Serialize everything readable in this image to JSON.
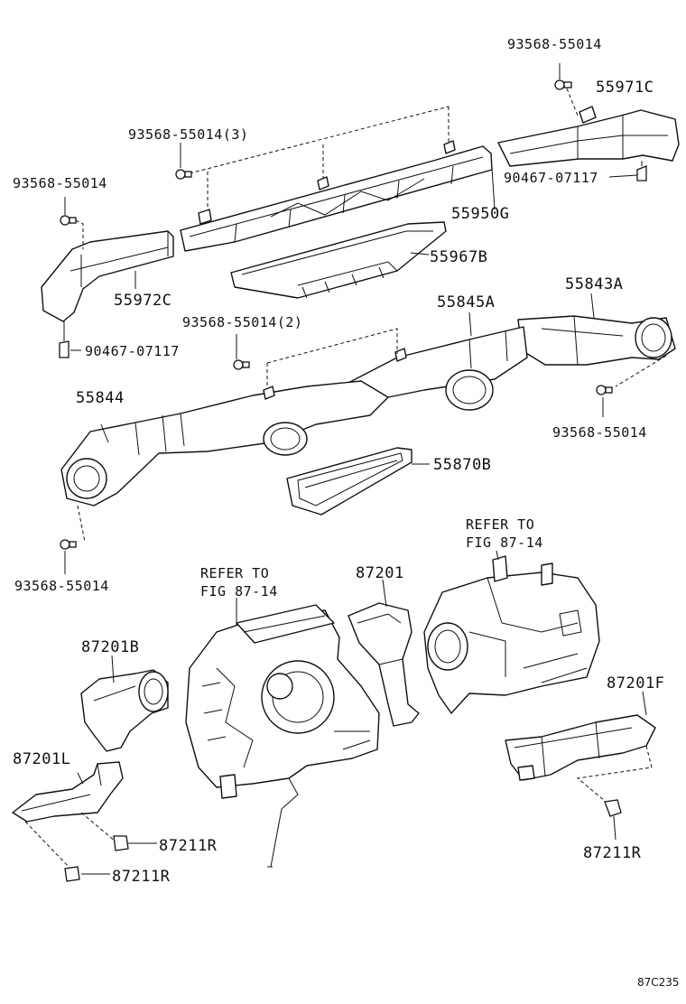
{
  "diagram": {
    "code": "87C235",
    "labels": {
      "bolt_top_right": "93568-55014",
      "duct_55971c": "55971C",
      "bolt_row_3": "93568-55014(3)",
      "clip_90467_top": "90467-07117",
      "bolt_left_top": "93568-55014",
      "duct_55950g": "55950G",
      "duct_55967b": "55967B",
      "duct_55972c": "55972C",
      "clip_90467_left": "90467-07117",
      "bolt_row_2": "93568-55014(2)",
      "duct_55845a": "55845A",
      "duct_55843a": "55843A",
      "duct_55844": "55844",
      "bolt_right_mid": "93568-55014",
      "duct_55870b": "55870B",
      "bolt_left_mid": "93568-55014",
      "refer_right_1": "REFER TO",
      "refer_right_2": "FIG 87-14",
      "refer_center_1": "REFER TO",
      "refer_center_2": "FIG 87-14",
      "duct_87201": "87201",
      "duct_87201b": "87201B",
      "duct_87201f": "87201F",
      "duct_87201l": "87201L",
      "clip_87211r_a": "87211R",
      "clip_87211r_b": "87211R",
      "clip_87211r_c": "87211R"
    }
  }
}
